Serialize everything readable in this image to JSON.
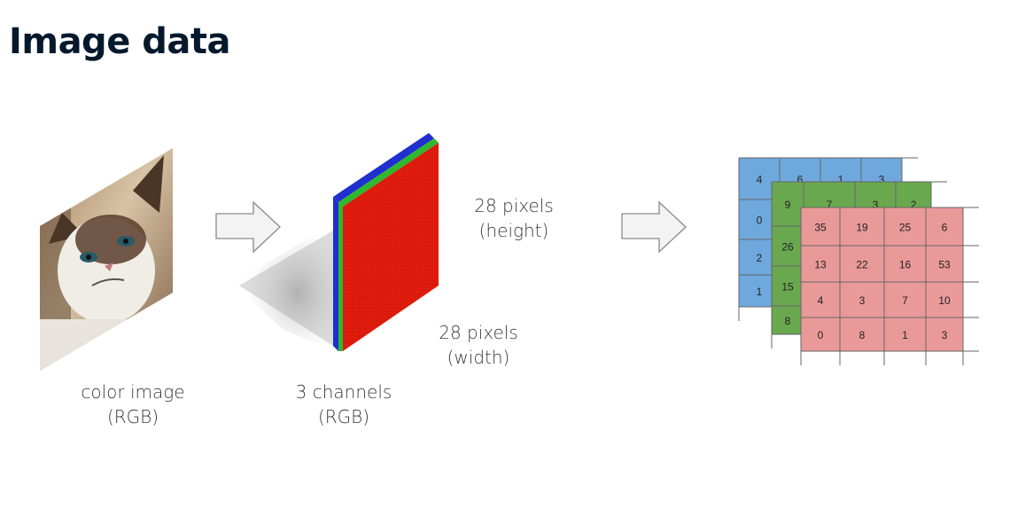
{
  "title": "Image data",
  "captions": {
    "image": [
      "color image",
      "(RGB)"
    ],
    "channels": [
      "3 channels",
      "(RGB)"
    ],
    "height": [
      "28 pixels",
      "(height)"
    ],
    "width": [
      "28 pixels",
      "(width)"
    ]
  },
  "matrices": {
    "blue": {
      "color": "#6fa8dc",
      "values": [
        [
          "4",
          "6",
          "1",
          "3"
        ],
        [
          "0"
        ],
        [
          "2"
        ],
        [
          "1"
        ]
      ]
    },
    "green": {
      "color": "#6aa84f",
      "values": [
        [
          "9",
          "7",
          "3",
          "2"
        ],
        [
          "26"
        ],
        [
          "15"
        ],
        [
          "8"
        ]
      ]
    },
    "red": {
      "color": "#ea9999",
      "values": [
        [
          "35",
          "19",
          "25",
          "6"
        ],
        [
          "13",
          "22",
          "16",
          "53"
        ],
        [
          "4",
          "3",
          "7",
          "10"
        ],
        [
          "0",
          "8",
          "1",
          "3"
        ]
      ]
    }
  },
  "colors": {
    "channel_red": "#e21c0c",
    "channel_green": "#2db82d",
    "channel_blue": "#1f2fd0",
    "arrow_fill": "#f3f3f3",
    "arrow_stroke": "#8a8a8a"
  }
}
